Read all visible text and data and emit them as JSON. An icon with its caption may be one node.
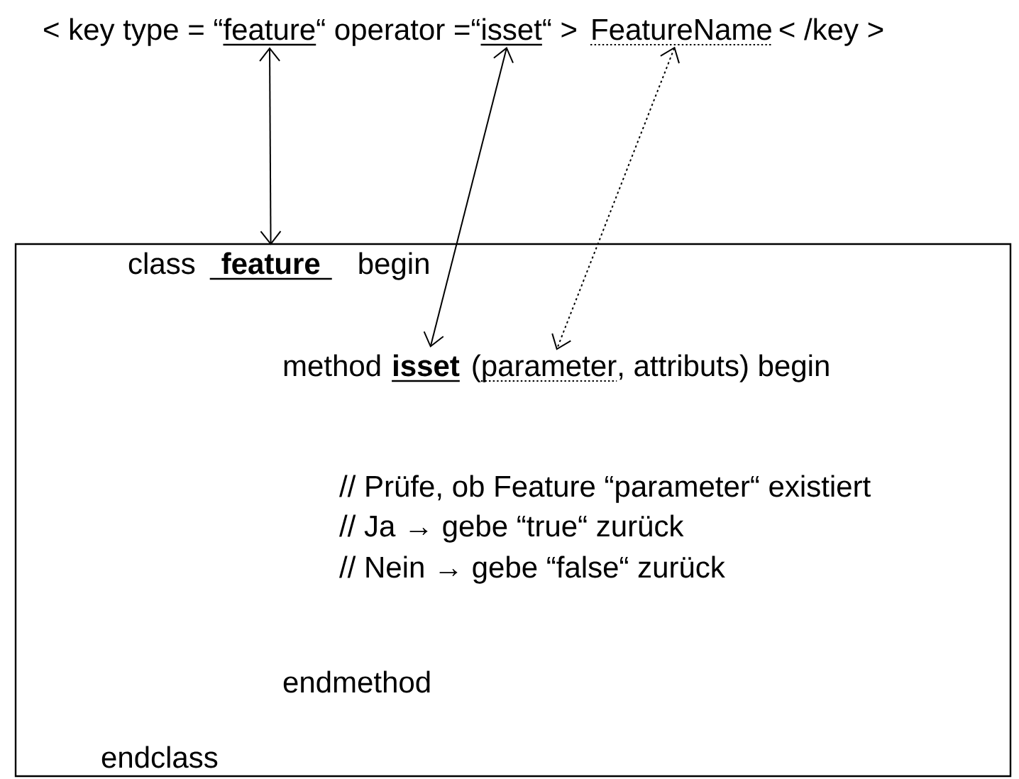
{
  "diagram": {
    "nodes": [
      {
        "text": [
          "feature"
        ]
      },
      {
        "text": [
          "isset"
        ]
      },
      {
        "text": [
          "FeatureName"
        ]
      },
      {
        "text": [],
        "shape": "box"
      },
      {
        "text": [
          "feature"
        ],
        "in": 3
      },
      {
        "text": [
          "isset"
        ],
        "in": 3
      },
      {
        "text": [
          "parameter"
        ],
        "in": 3
      }
    ],
    "edges": [
      {
        "from": 0,
        "to": 4,
        "arrow": "both"
      },
      {
        "from": 1,
        "to": 5,
        "arrow": "both"
      },
      {
        "from": 2,
        "to": 6,
        "arrow": "both",
        "style": "dashed"
      }
    ],
    "labels": [
      "< key type = “",
      "“ operator =“",
      "“ >",
      "< /key >",
      "class",
      "begin",
      "method",
      "(",
      ", attributs) begin",
      "// Prüfe, ob Feature “parameter“ existiert",
      "// Ja → gebe “true“ zurück",
      "// Nein → gebe “false“ zurück",
      "endmethod",
      "endclass"
    ]
  }
}
